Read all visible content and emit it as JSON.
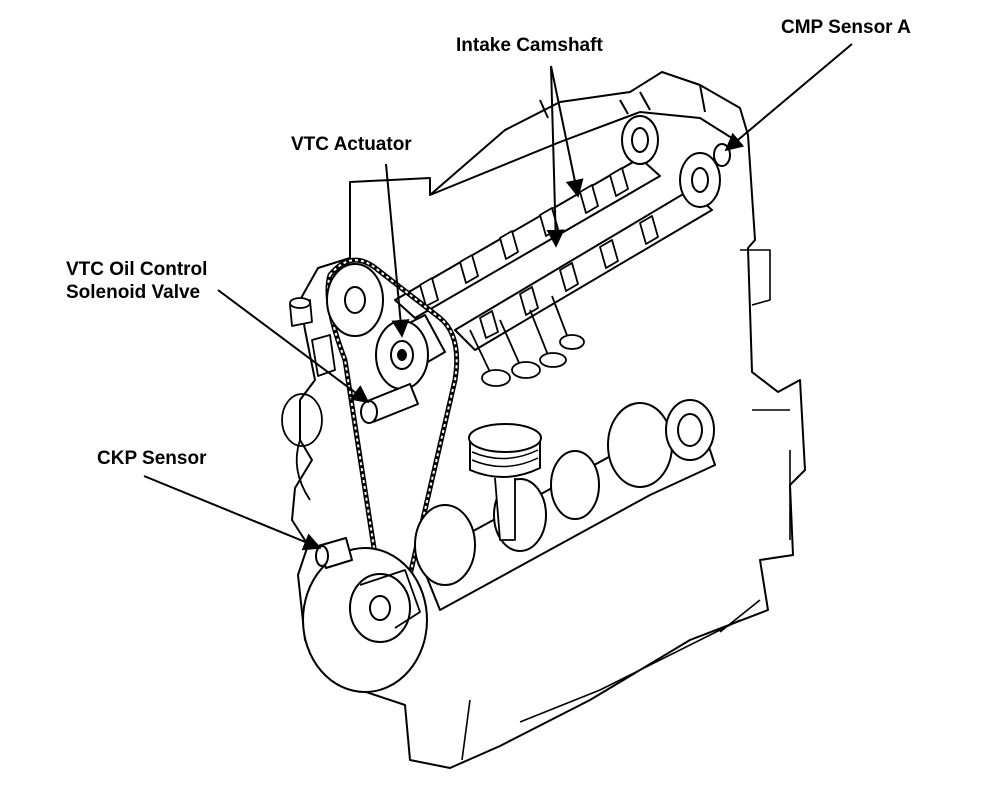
{
  "diagram": {
    "labels": {
      "cmp_sensor_a": "CMP Sensor A",
      "intake_camshaft": "Intake Camshaft",
      "vtc_actuator": "VTC Actuator",
      "vtc_oil_control_line1": "VTC Oil Control",
      "vtc_oil_control_line2": "Solenoid Valve",
      "ckp_sensor": "CKP Sensor"
    }
  }
}
